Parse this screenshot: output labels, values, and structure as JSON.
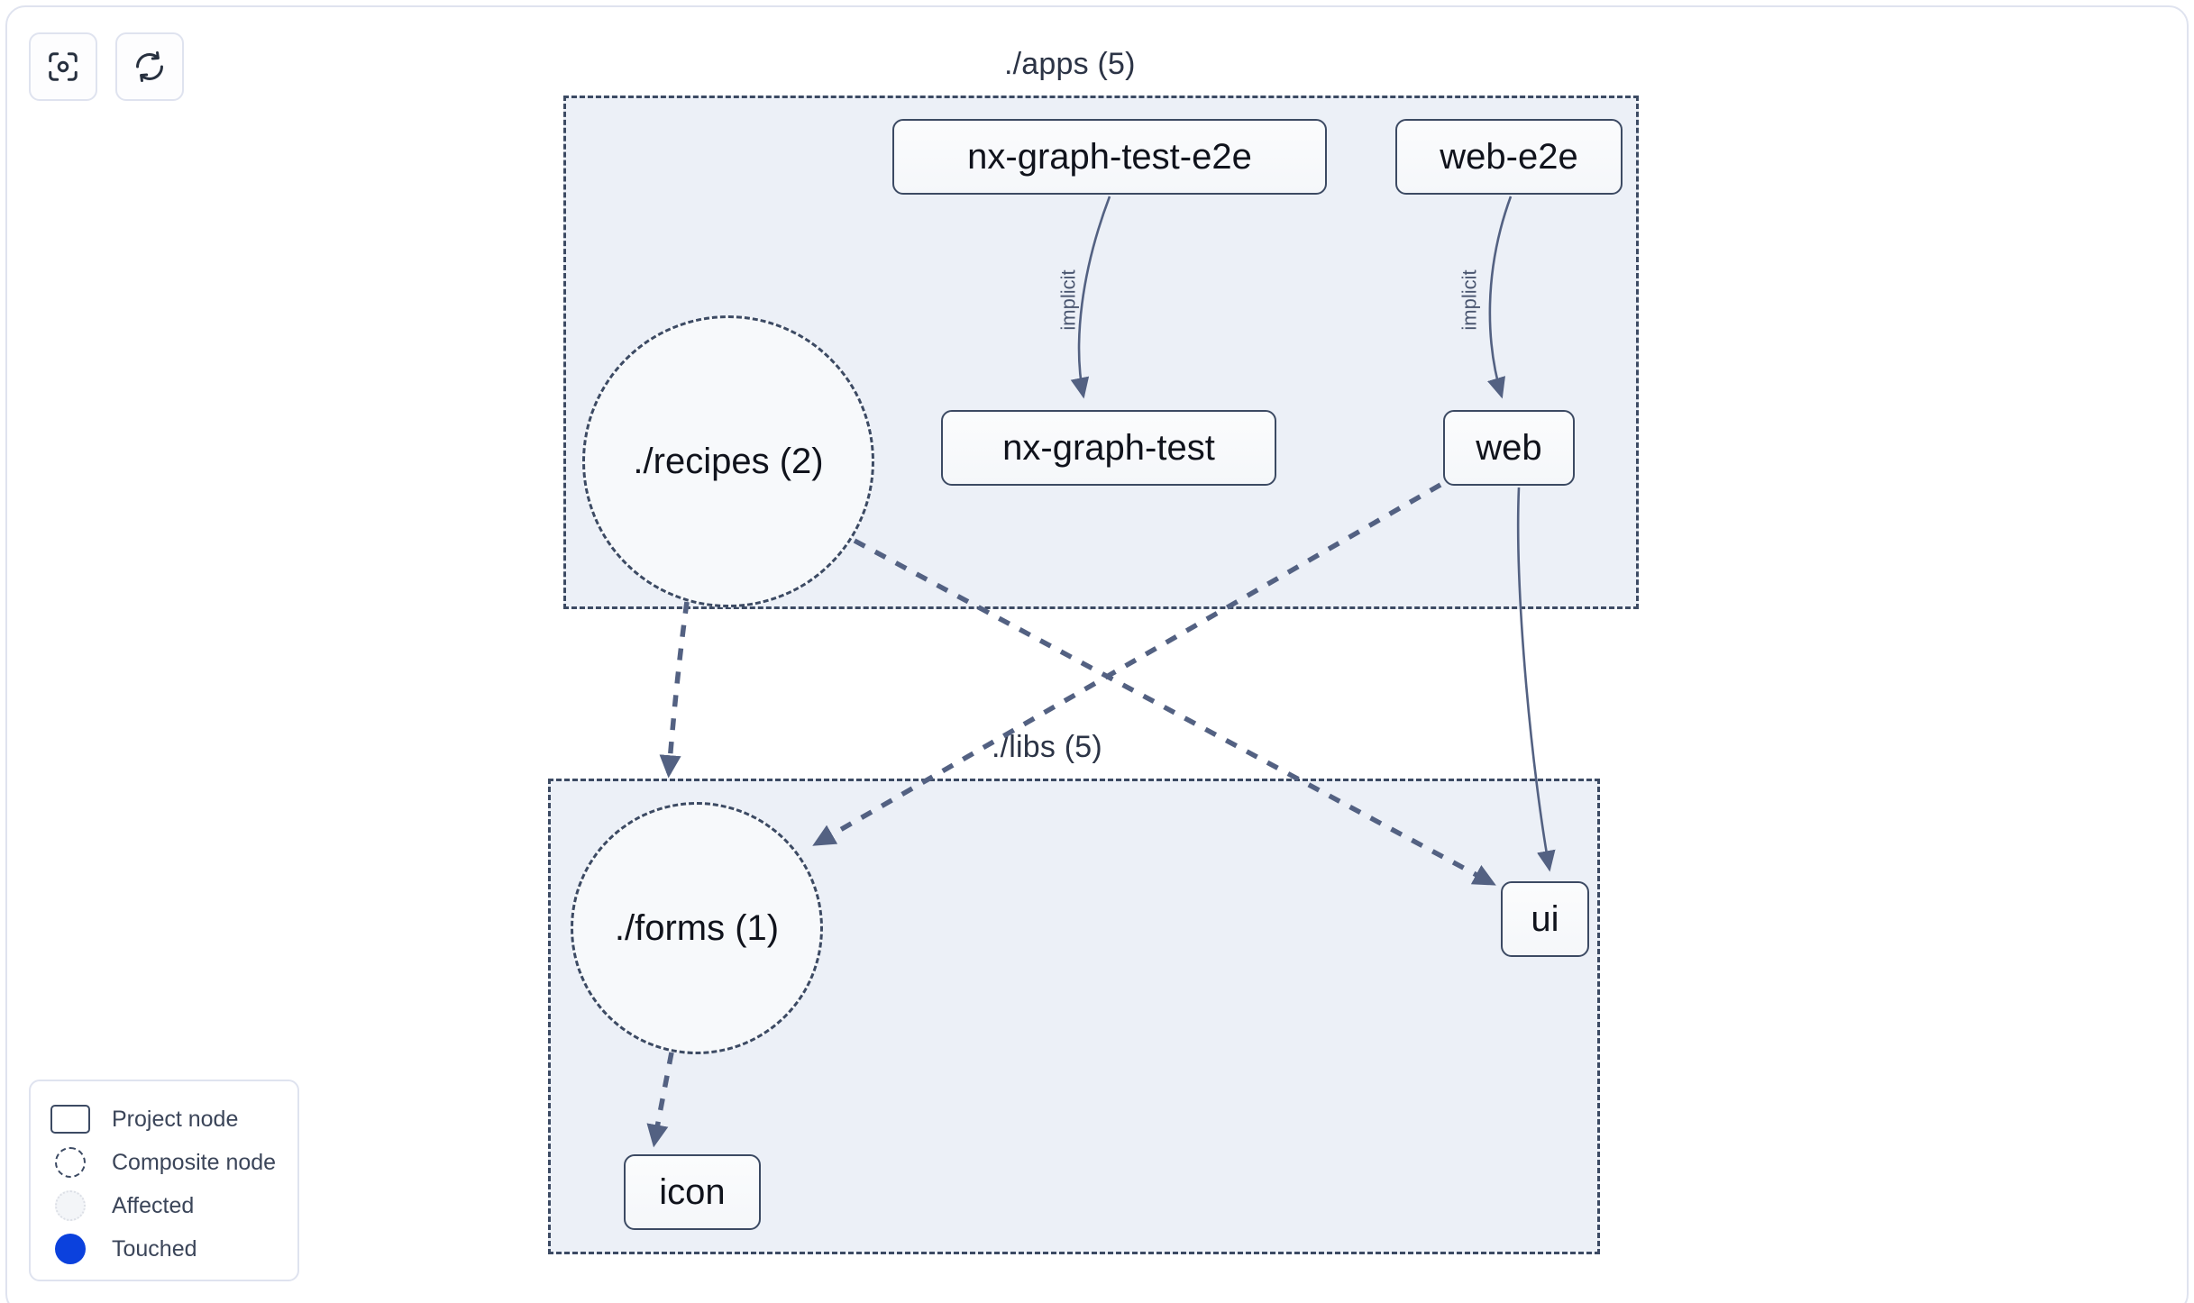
{
  "toolbar": {
    "buttons": [
      {
        "name": "focus-graph-button",
        "icon": "viewfinder-target-icon",
        "label": ""
      },
      {
        "name": "refresh-graph-button",
        "icon": "refresh-icon",
        "label": ""
      }
    ]
  },
  "graph": {
    "groups": [
      {
        "id": "apps",
        "label": "./apps (5)"
      },
      {
        "id": "libs",
        "label": "./libs (5)"
      }
    ],
    "project_nodes": [
      {
        "id": "nx-graph-test-e2e",
        "label": "nx-graph-test-e2e",
        "group": "apps"
      },
      {
        "id": "web-e2e",
        "label": "web-e2e",
        "group": "apps"
      },
      {
        "id": "nx-graph-test",
        "label": "nx-graph-test",
        "group": "apps"
      },
      {
        "id": "web",
        "label": "web",
        "group": "apps"
      },
      {
        "id": "ui",
        "label": "ui",
        "group": "libs"
      },
      {
        "id": "icon",
        "label": "icon",
        "group": "libs"
      }
    ],
    "composite_nodes": [
      {
        "id": "recipes",
        "label": "./recipes (2)",
        "group": "apps"
      },
      {
        "id": "forms",
        "label": "./forms (1)",
        "group": "libs"
      }
    ],
    "edges": [
      {
        "from": "nx-graph-test-e2e",
        "to": "nx-graph-test",
        "type": "implicit",
        "label": "implicit",
        "style": "solid"
      },
      {
        "from": "web-e2e",
        "to": "web",
        "type": "implicit",
        "label": "implicit",
        "style": "solid"
      },
      {
        "from": "web",
        "to": "ui",
        "type": "static",
        "label": "",
        "style": "solid"
      },
      {
        "from": "recipes",
        "to": "forms",
        "type": "static",
        "label": "",
        "style": "dashed"
      },
      {
        "from": "recipes",
        "to": "ui",
        "type": "static",
        "label": "",
        "style": "dashed"
      },
      {
        "from": "web",
        "to": "forms",
        "type": "static",
        "label": "",
        "style": "dashed"
      },
      {
        "from": "forms",
        "to": "icon",
        "type": "static",
        "label": "",
        "style": "dashed"
      }
    ]
  },
  "legend": {
    "items": [
      {
        "swatch": "project-node-swatch",
        "label": "Project node"
      },
      {
        "swatch": "composite-node-swatch",
        "label": "Composite node"
      },
      {
        "swatch": "affected-swatch",
        "label": "Affected"
      },
      {
        "swatch": "touched-swatch",
        "label": "Touched"
      }
    ]
  },
  "colors": {
    "node_border": "#3c4a63",
    "group_fill": "#ecf0f7",
    "edge": "#536182",
    "touched": "#0b41dd",
    "panel_border": "#dfe3ef",
    "text": "#10131c"
  }
}
